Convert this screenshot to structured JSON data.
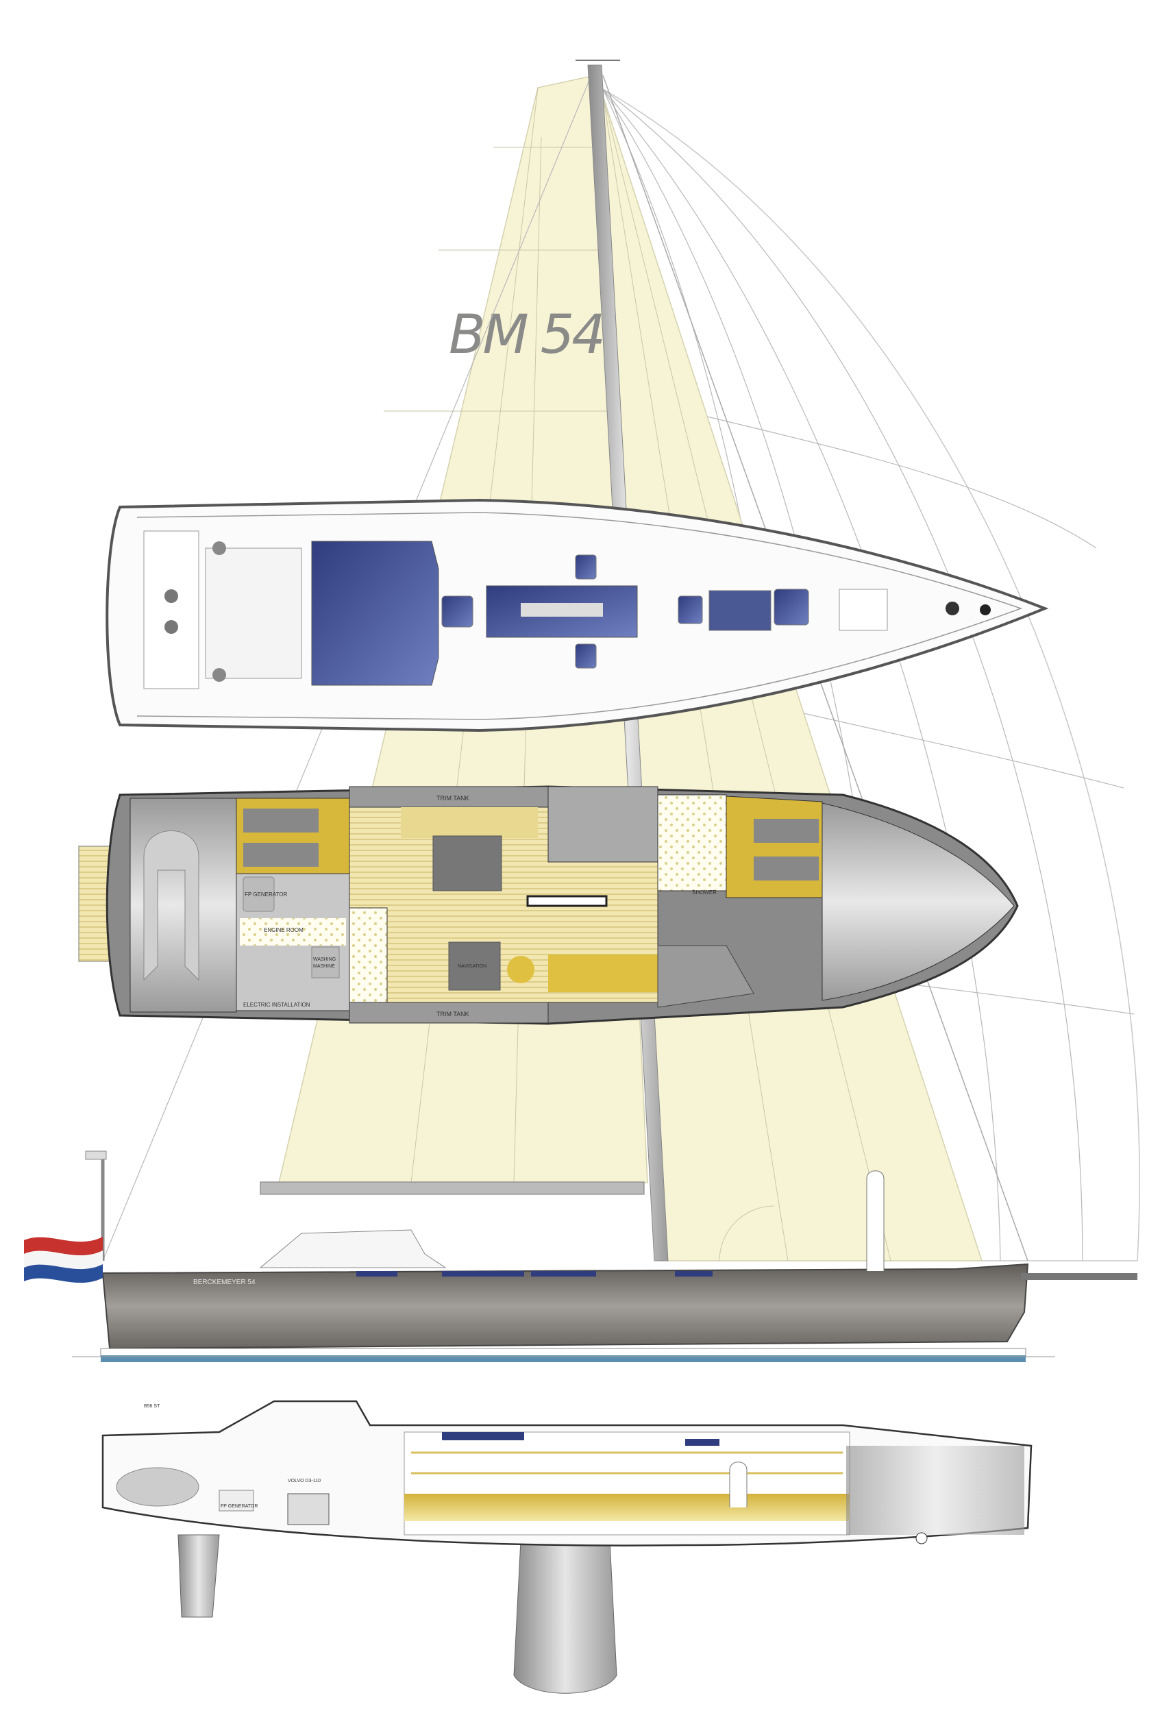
{
  "sail_logo": "BM 54",
  "hull_name": "BERCKEMEYER 54",
  "interior_plan": {
    "trim_tank_top": "TRIM TANK",
    "trim_tank_bottom": "TRIM TANK",
    "generator": "FP GENERATOR",
    "engine_room": "ENGINE ROOM",
    "washing_machine_line1": "WASHING",
    "washing_machine_line2": "MASHINE",
    "electric": "ELECTRIC INSTALLATION",
    "navigation": "NAVIGATION",
    "shower": "SHOWER"
  },
  "section": {
    "engine": "VOLVO D3-110",
    "generator": "FP GENERATOR",
    "winch_label": "B56 ST"
  },
  "colors": {
    "sail": "#f7f4d6",
    "interior_yellow": "#e0c040",
    "hull_grey": "#77736e",
    "deck_blue": "#3a4a8c",
    "waterline": "#5b8fb0",
    "flag_red": "#c8322e",
    "flag_blue": "#2a4f9a"
  }
}
